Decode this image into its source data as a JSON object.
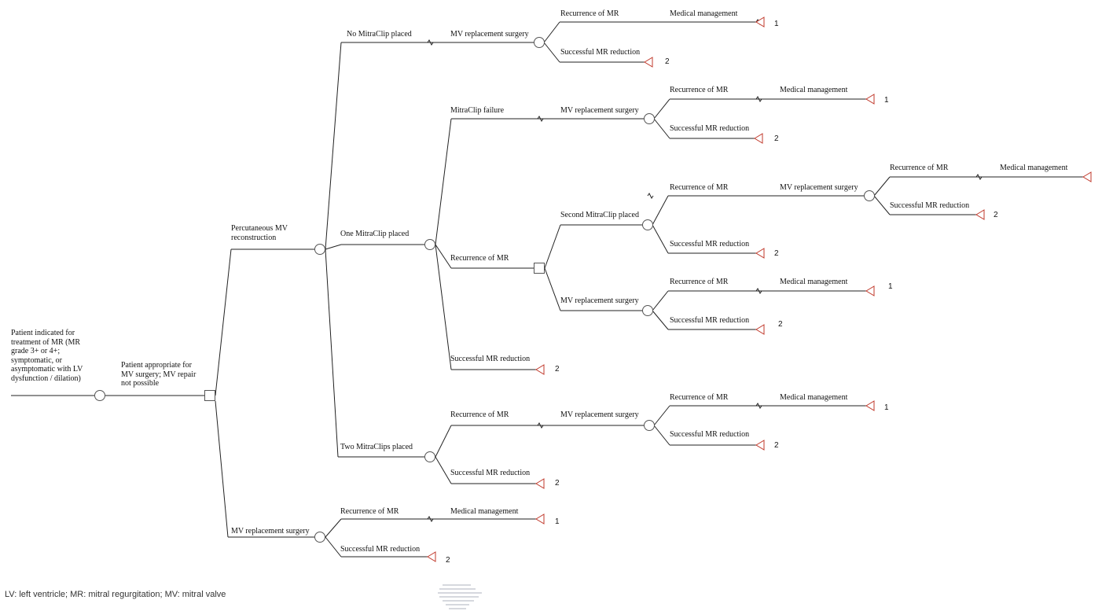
{
  "colors": {
    "line": "#222222",
    "terminal": "#c0392b",
    "node": "#555555"
  },
  "nodes": {
    "root": "Patient indicated for treatment of MR (MR grade 3+ or 4+; symptomatic, or asymptomatic with LV dysfunction / dilation)",
    "appropriate": "Patient appropriate for MV surgery; MV repair not possible",
    "percutaneous": "Percutaneous MV reconstruction",
    "no_clip": "No MitraClip placed",
    "no_clip_mv": "MV replacement surgery",
    "no_clip_rec": "Recurrence of MR",
    "no_clip_med": "Medical management",
    "no_clip_succ": "Successful MR reduction",
    "one_clip": "One MitraClip placed",
    "fail": "MitraClip failure",
    "fail_mv": "MV replacement surgery",
    "fail_rec": "Recurrence of MR",
    "fail_med": "Medical management",
    "fail_succ": "Successful MR reduction",
    "one_rec": "Recurrence of MR",
    "second": "Second MitraClip placed",
    "second_rec": "Recurrence of MR",
    "second_mv": "MV replacement surgery",
    "second_mv_rec": "Recurrence of MR",
    "second_mv_med": "Medical management",
    "second_mv_succ": "Successful MR reduction",
    "second_succ": "Successful MR reduction",
    "one_rec_mv": "MV replacement surgery",
    "one_rec_mv_rec": "Recurrence of MR",
    "one_rec_mv_med": "Medical management",
    "one_rec_mv_succ": "Successful MR reduction",
    "one_succ": "Successful MR reduction",
    "two_clips": "Two MitraClips placed",
    "two_rec": "Recurrence of MR",
    "two_mv": "MV replacement surgery",
    "two_mv_rec": "Recurrence of MR",
    "two_mv_med": "Medical management",
    "two_mv_succ": "Successful MR reduction",
    "two_succ": "Successful MR reduction",
    "mvr": "MV replacement surgery",
    "mvr_rec": "Recurrence of MR",
    "mvr_med": "Medical management",
    "mvr_succ": "Successful MR reduction"
  },
  "outcomes": {
    "o1": "1",
    "o2": "2",
    "o3": "1",
    "o4": "2",
    "o5": "2",
    "o6": "2",
    "o7": "1",
    "o8": "2",
    "o9": "2",
    "o10": "1",
    "o11": "2",
    "o12": "2",
    "o13": "1",
    "o14": "2"
  },
  "footnote": "LV: left ventricle; MR: mitral regurgitation; MV: mitral valve"
}
